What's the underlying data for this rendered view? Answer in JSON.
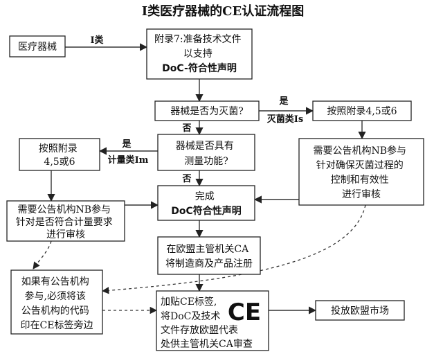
{
  "title": "Ⅰ类医疗器械的CE认证流程图",
  "nodes": {
    "device": [
      "医疗器械"
    ],
    "appendix7": [
      "附录7:准备技术文件",
      "以支持",
      "DoC-符合性声明"
    ],
    "sterile_q": [
      "器械是否为灭菌?"
    ],
    "annex456_s": [
      "按照附录4,5或6"
    ],
    "measure_q": [
      "器械是否具有",
      "测量功能?"
    ],
    "annex456_m": [
      "按照附录",
      "4,5或6"
    ],
    "nb_sterile": [
      "需要公告机构NB参与",
      "针对确保灭菌过程的",
      "控制和有效性",
      "进行审核"
    ],
    "nb_measure": [
      "需要公告机构NB参与",
      "针对是否符合计量要求",
      "进行审核"
    ],
    "complete_doc": [
      "完成",
      "DoC符合性声明"
    ],
    "ca_register": [
      "在欧盟主管机关CA",
      "将制造商及产品注册"
    ],
    "nb_code": [
      "如果有公告机构",
      "参与,必须将该",
      "公告机构的代码",
      "印在CE标签旁边"
    ],
    "ce_label": [
      "加贴CE标签,",
      "将DoC及技术",
      "文件存放欧盟代表",
      "处供主管机关CA审查"
    ],
    "market": [
      "投放欧盟市场"
    ]
  },
  "edge_labels": {
    "class1": "Ⅰ类",
    "yes_sterile": "是",
    "sterile_class": "灭菌类Is",
    "no_sterile": "否",
    "yes_measure": "是",
    "measure_class": "计量类Im",
    "no_measure": "否"
  },
  "ce_mark": "CE"
}
